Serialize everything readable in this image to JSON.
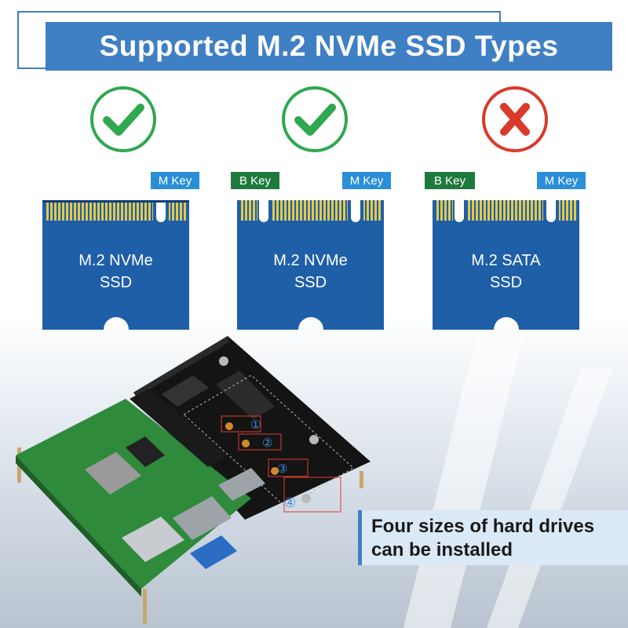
{
  "title": "Supported M.2 NVMe SSD Types",
  "cards": [
    {
      "status": "supported",
      "line1": "M.2 NVMe",
      "line2": "SSD",
      "keys": [
        "M Key"
      ]
    },
    {
      "status": "supported",
      "line1": "M.2 NVMe",
      "line2": "SSD",
      "keys": [
        "B Key",
        "M Key"
      ]
    },
    {
      "status": "unsupported",
      "line1": "M.2 SATA",
      "line2": "SSD",
      "keys": [
        "B Key",
        "M Key"
      ]
    }
  ],
  "key_labels": {
    "b": "B Key",
    "m": "M Key"
  },
  "board": {
    "markers": [
      "①",
      "②",
      "③",
      "④"
    ]
  },
  "caption": {
    "line1": "Four sizes of hard drives",
    "line2": "can be installed"
  },
  "colors": {
    "accent": "#3f7fc4",
    "ssd_blue": "#1f5fa8",
    "check_green": "#2fa84f",
    "cross_red": "#d93a2b",
    "b_key": "#1e7a3c",
    "m_key": "#2b8fd8"
  },
  "icons": [
    "check-icon",
    "cross-icon"
  ]
}
